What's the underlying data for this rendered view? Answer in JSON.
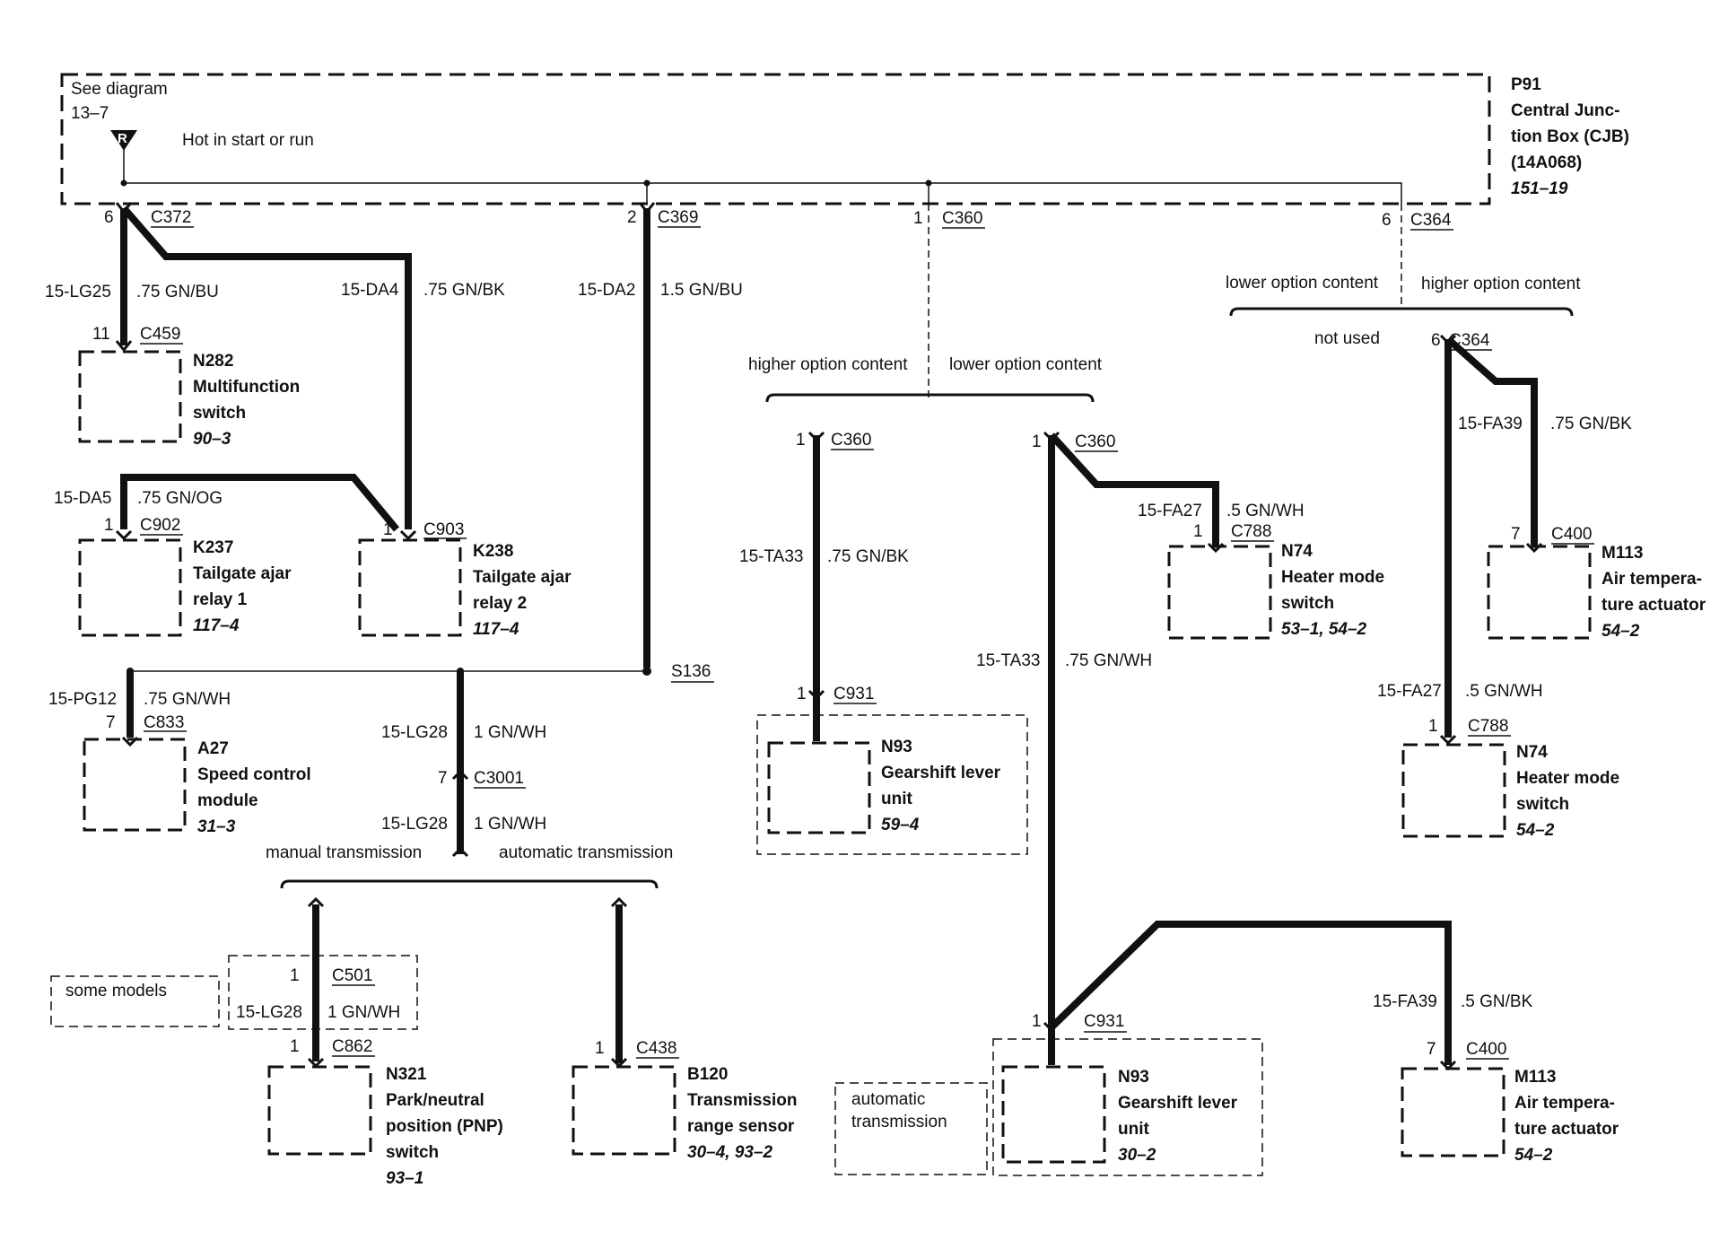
{
  "cjb": {
    "see_diagram": "See diagram",
    "diagram_ref": "13–7",
    "fuse_letter": "R",
    "hot_text": "Hot in start or run",
    "code": "P91",
    "name_1": "Central Junc-",
    "name_2": "tion Box (CJB)",
    "part": "(14A068)",
    "ref": "151–19"
  },
  "pins": {
    "p6a": "6",
    "p2": "2",
    "p1a": "1",
    "p6b": "6",
    "p11": "11",
    "p1b": "1",
    "p1c": "1",
    "p7a": "7",
    "p7b": "7",
    "p1d": "1",
    "p1e": "1",
    "p1f": "1",
    "p1g": "1",
    "p6c": "6",
    "p7c": "7",
    "p1h": "1",
    "p1i": "1",
    "p1j": "1",
    "p1k": "1",
    "p7d": "7"
  },
  "connectors": {
    "c372": "C372",
    "c369": "C369",
    "c360_top": "C360",
    "c364_top": "C364",
    "c459": "C459",
    "c902": "C902",
    "c903": "C903",
    "c833": "C833",
    "c3001": "C3001",
    "c360_a": "C360",
    "c360_b": "C360",
    "c931_a": "C931",
    "c788_a": "C788",
    "c364_b": "C364",
    "c400_a": "C400",
    "c788_b": "C788",
    "c501": "C501",
    "c862": "C862",
    "c438": "C438",
    "c931_b": "C931",
    "c400_b": "C400",
    "s136": "S136"
  },
  "wires": {
    "w1_id": "15-LG25",
    "w1_spec": ".75 GN/BU",
    "w2_id": "15-DA4",
    "w2_spec": ".75 GN/BK",
    "w3_id": "15-DA2",
    "w3_spec": "1.5 GN/BU",
    "w4_id": "15-DA5",
    "w4_spec": ".75 GN/OG",
    "w5_id": "15-PG12",
    "w5_spec": ".75 GN/WH",
    "w6_id": "15-LG28",
    "w6_spec": "1 GN/WH",
    "w7_id": "15-LG28",
    "w7_spec": "1 GN/WH",
    "w8_id": "15-LG28",
    "w8_spec": "1 GN/WH",
    "w9_id": "15-TA33",
    "w9_spec": ".75 GN/BK",
    "w10_id": "15-TA33",
    "w10_spec": ".75 GN/WH",
    "w11_id": "15-FA27",
    "w11_spec": ".5 GN/WH",
    "w12_id": "15-FA39",
    "w12_spec": ".75 GN/BK",
    "w13_id": "15-FA27",
    "w13_spec": ".5 GN/WH",
    "w14_id": "15-FA39",
    "w14_spec": ".5 GN/BK"
  },
  "options": {
    "lower_1": "lower option content",
    "higher_1": "higher option content",
    "higher_2": "higher option content",
    "lower_2": "lower option content",
    "not_used": "not used",
    "manual": "manual transmission",
    "automatic": "automatic transmission",
    "some_models": "some models",
    "auto_box_1": "automatic",
    "auto_box_2": "transmission"
  },
  "components": {
    "n282": {
      "code": "N282",
      "l1": "Multifunction",
      "l2": "switch",
      "ref": "90–3"
    },
    "k237": {
      "code": "K237",
      "l1": "Tailgate ajar",
      "l2": "relay 1",
      "ref": "117–4"
    },
    "k238": {
      "code": "K238",
      "l1": "Tailgate ajar",
      "l2": "relay 2",
      "ref": "117–4"
    },
    "a27": {
      "code": "A27",
      "l1": "Speed control",
      "l2": "module",
      "ref": "31–3"
    },
    "n93_a": {
      "code": "N93",
      "l1": "Gearshift lever",
      "l2": "unit",
      "ref": "59–4"
    },
    "n74_a": {
      "code": "N74",
      "l1": "Heater mode",
      "l2": "switch",
      "ref": "53–1, 54–2"
    },
    "m113_a": {
      "code": "M113",
      "l1": "Air tempera-",
      "l2": "ture actuator",
      "ref": "54–2"
    },
    "n74_b": {
      "code": "N74",
      "l1": "Heater mode",
      "l2": "switch",
      "ref": "54–2"
    },
    "n321": {
      "code": "N321",
      "l1": "Park/neutral",
      "l2": "position (PNP)",
      "l3": "switch",
      "ref": "93–1"
    },
    "b120": {
      "code": "B120",
      "l1": "Transmission",
      "l2": "range sensor",
      "ref": "30–4, 93–2"
    },
    "n93_b": {
      "code": "N93",
      "l1": "Gearshift lever",
      "l2": "unit",
      "ref": "30–2"
    },
    "m113_b": {
      "code": "M113",
      "l1": "Air tempera-",
      "l2": "ture actuator",
      "ref": "54–2"
    }
  }
}
